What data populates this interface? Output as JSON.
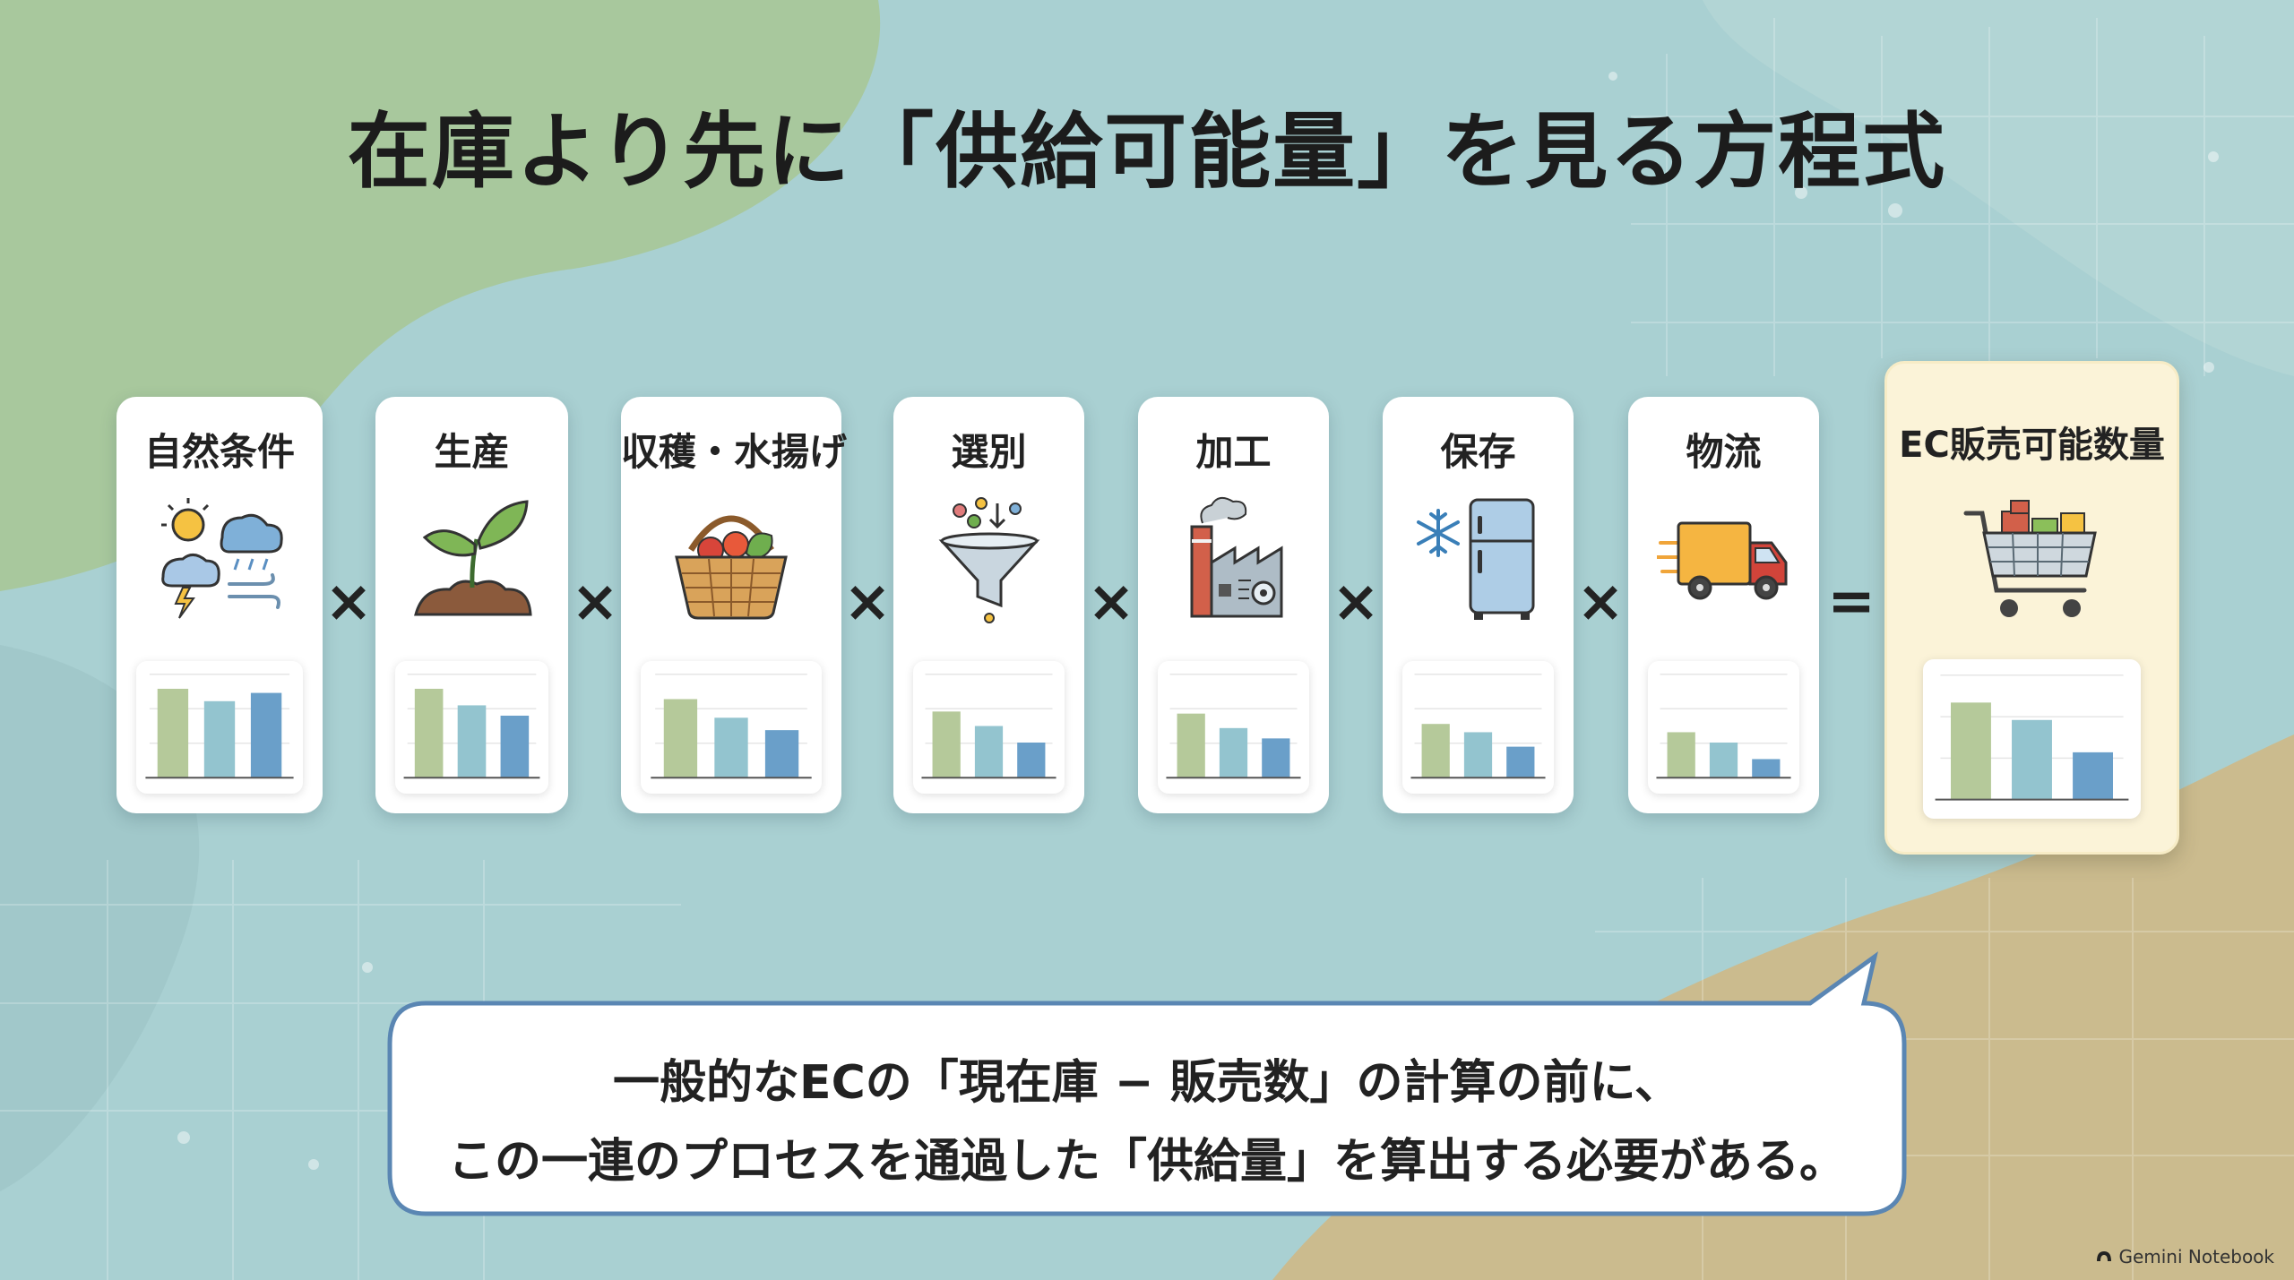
{
  "title": "在庫より先に「供給可能量」を見る方程式",
  "steps": [
    {
      "label": "自然条件",
      "icon": "weather-icon",
      "bars": [
        0.86,
        0.74,
        0.82
      ]
    },
    {
      "label": "生産",
      "icon": "sprout-icon",
      "bars": [
        0.86,
        0.7,
        0.6
      ]
    },
    {
      "label": "収穫・水揚げ",
      "icon": "harvest-basket-icon",
      "bars": [
        0.76,
        0.58,
        0.46
      ]
    },
    {
      "label": "選別",
      "icon": "funnel-icon",
      "bars": [
        0.64,
        0.5,
        0.34
      ]
    },
    {
      "label": "加工",
      "icon": "factory-icon",
      "bars": [
        0.62,
        0.48,
        0.38
      ]
    },
    {
      "label": "保存",
      "icon": "refrigerator-icon",
      "bars": [
        0.52,
        0.44,
        0.3
      ]
    },
    {
      "label": "物流",
      "icon": "delivery-truck-icon",
      "bars": [
        0.44,
        0.34,
        0.18
      ]
    }
  ],
  "result": {
    "label": "EC販売可能数量",
    "icon": "shopping-cart-icon",
    "bars": [
      0.78,
      0.64,
      0.38
    ]
  },
  "operators": {
    "multiply": "×",
    "equals": "="
  },
  "callout": {
    "line1": "一般的なECの「現在庫 − 販売数」の計算の前に、",
    "line2": "この一連のプロセスを通過した「供給量」を算出する必要がある。"
  },
  "brand": "Gemini Notebook",
  "colors": {
    "bar1": "#b5c99a",
    "bar2": "#93c4cf",
    "bar3": "#6a9fc9"
  }
}
